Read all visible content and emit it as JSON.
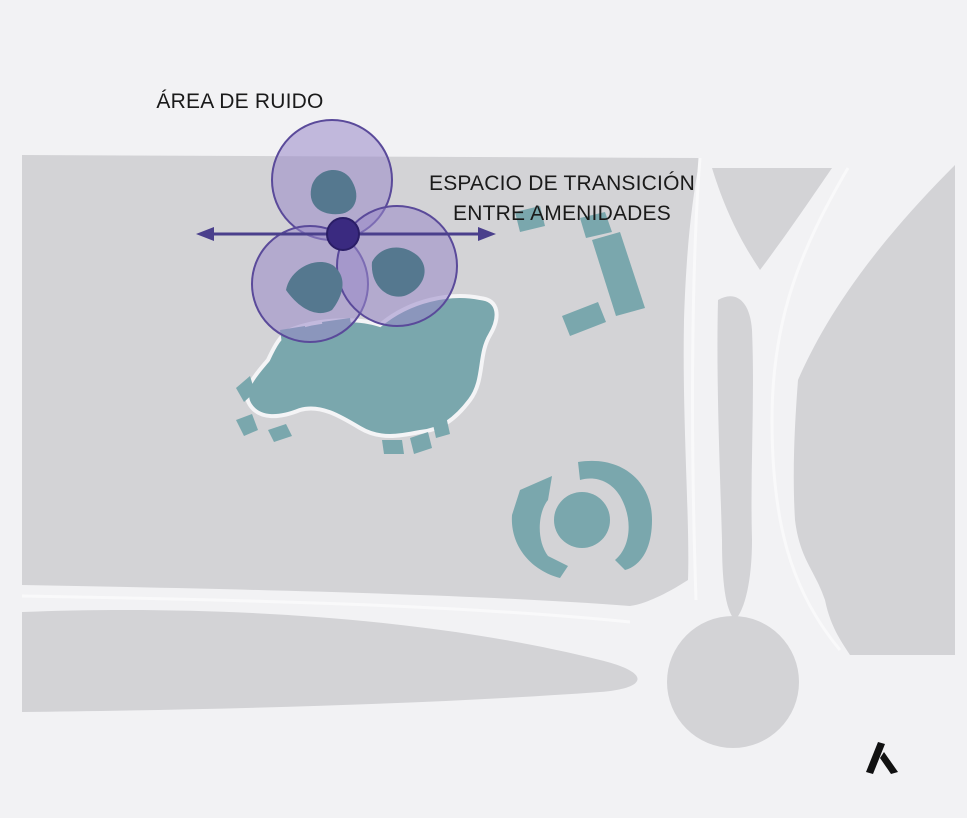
{
  "labels": {
    "noise_area": "ÁREA DE RUIDO",
    "transition_line1": "ESPACIO DE TRANSICIÓN",
    "transition_line2": "ENTRE AMENIDADES"
  },
  "logo": {
    "name": "brand-logo",
    "glyph": "A-shaped mark"
  },
  "colors": {
    "background": "#f2f2f4",
    "land": "#d3d3d6",
    "road": "#f4f4f6",
    "water": "#7aa7ad",
    "water_edge": "#f4f4f6",
    "deep_water": "#55788f",
    "noise_circle_fill": "#9988c8",
    "noise_circle_stroke": "#5a4a9a",
    "arrow": "#4a3f8c",
    "center_dot": "#3a2a80",
    "text": "#1a1a1a"
  }
}
